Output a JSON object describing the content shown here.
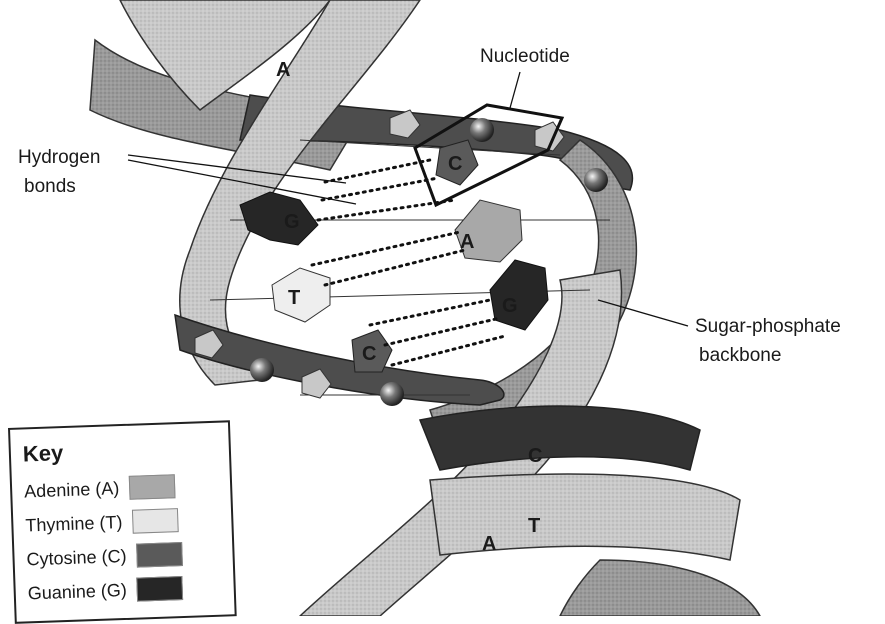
{
  "labels": {
    "nucleotide": "Nucleotide",
    "hydrogen_line1": "Hydrogen",
    "hydrogen_line2": "bonds",
    "sugar_line1": "Sugar-phosphate",
    "sugar_line2": "backbone"
  },
  "bases": {
    "top_a": "A",
    "c_upper": "C",
    "g_left": "G",
    "a_mid": "A",
    "t_mid": "T",
    "g_right": "G",
    "c_lower": "C",
    "c_bottom": "C",
    "a_bottom": "A",
    "t_bottom": "T"
  },
  "key": {
    "title": "Key",
    "items": [
      {
        "label": "Adenine (A)",
        "color": "#a8a8a8"
      },
      {
        "label": "Thymine (T)",
        "color": "#e6e6e6"
      },
      {
        "label": "Cytosine (C)",
        "color": "#5a5a5a"
      },
      {
        "label": "Guanine (G)",
        "color": "#262626"
      }
    ]
  }
}
